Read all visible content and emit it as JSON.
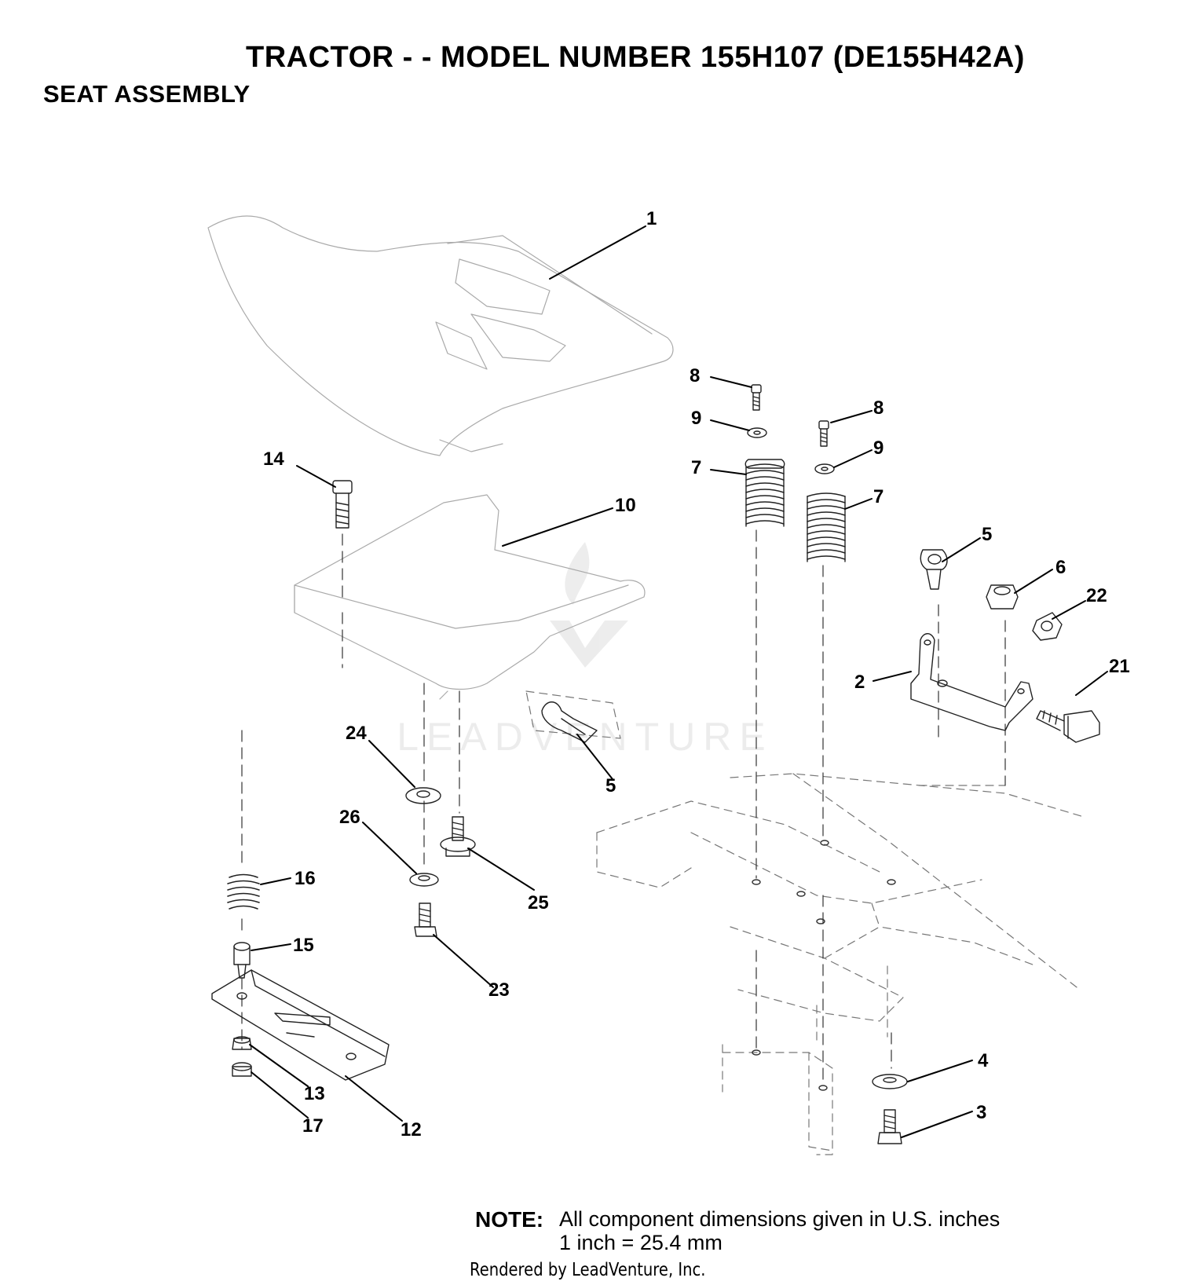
{
  "header": {
    "title": "TRACTOR - - MODEL NUMBER 155H107 (DE155H42A)",
    "subtitle": "SEAT ASSEMBLY"
  },
  "diagram": {
    "watermark": "LEADVENTURE",
    "callouts": [
      "1",
      "8",
      "9",
      "7",
      "8",
      "9",
      "7",
      "14",
      "10",
      "5",
      "6",
      "22",
      "2",
      "21",
      "24",
      "5",
      "26",
      "25",
      "16",
      "15",
      "23",
      "13",
      "17",
      "12",
      "4",
      "3"
    ]
  },
  "note": {
    "label": "NOTE:",
    "line1": "All component dimensions given in U.S. inches",
    "line2": "1 inch = 25.4 mm"
  },
  "footer": {
    "credit": "Rendered by LeadVenture, Inc."
  }
}
